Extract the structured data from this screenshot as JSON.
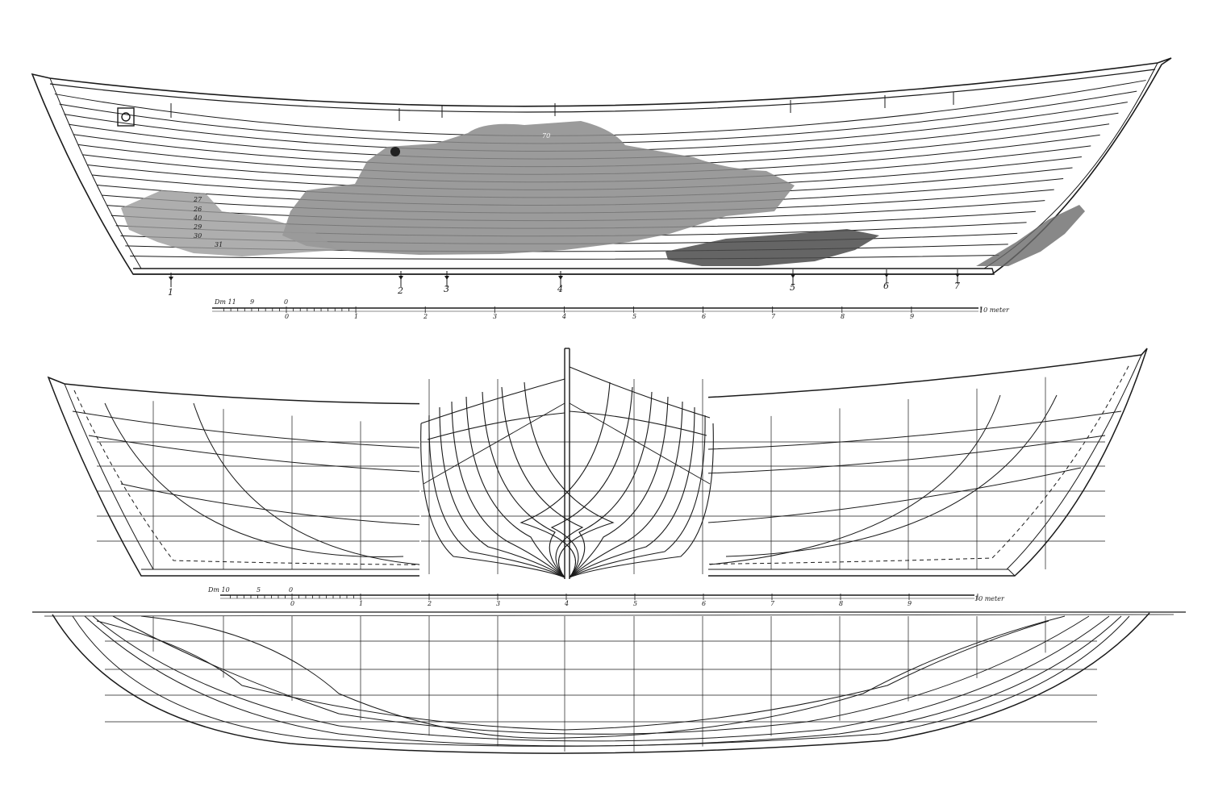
{
  "colors": {
    "ink": "#1a1a1a",
    "paper": "#ffffff",
    "wreck_fill": "#8a8a8a",
    "wreck_dark": "#4a4a4a"
  },
  "profile_view": {
    "station_labels": [
      "1",
      "2",
      "3",
      "4",
      "5",
      "6",
      "7"
    ],
    "strake_marks": [
      "27",
      "26",
      "40",
      "29",
      "30",
      "31"
    ],
    "plank_mark": "70"
  },
  "scale_bar_top": {
    "prefix": "Dm 11",
    "neg_labels": [
      "9",
      "0"
    ],
    "labels": [
      "0",
      "1",
      "2",
      "3",
      "4",
      "5",
      "6",
      "7",
      "8",
      "9"
    ],
    "end_label": "10 meter"
  },
  "scale_bar_bottom": {
    "prefix": "Dm 10",
    "neg_labels": [
      "5",
      "0"
    ],
    "labels": [
      "0",
      "1",
      "2",
      "3",
      "4",
      "5",
      "6",
      "7",
      "8",
      "9"
    ],
    "end_label": "10 meter"
  }
}
